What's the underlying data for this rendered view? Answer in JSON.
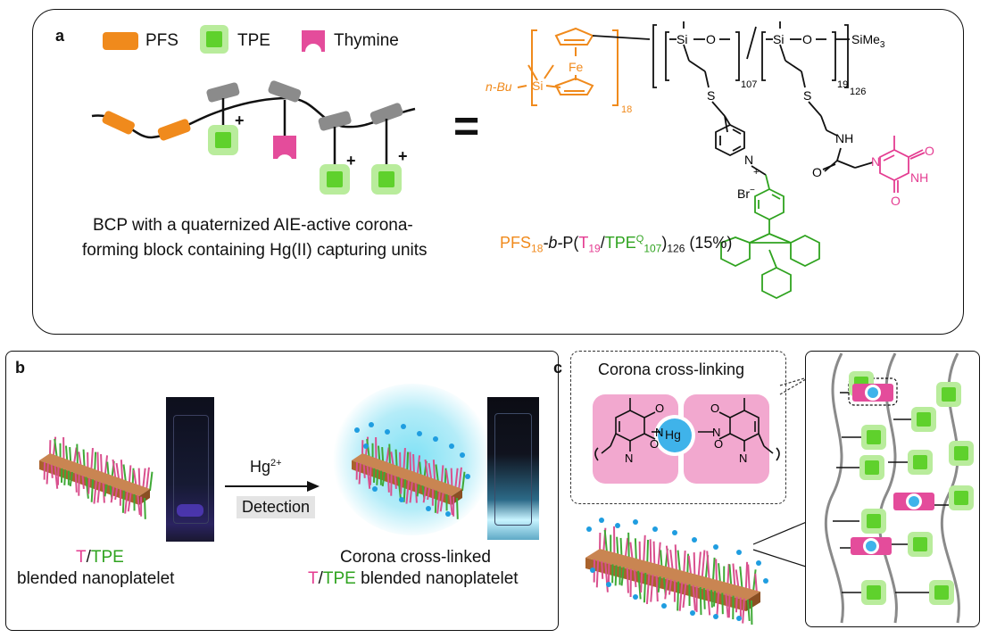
{
  "colors": {
    "pfs": "#f08a1c",
    "tpe": "#5fd12c",
    "tpe_glow": "#b9ec9c",
    "thymine": "#e44c9b",
    "pink_bg": "#f2a8cf",
    "mercury": "#3fb3ea",
    "chain": "#111111",
    "gray_block": "#8b8b8b"
  },
  "panel_a": {
    "label": "a",
    "legend": {
      "pfs": "PFS",
      "tpe": "TPE",
      "thymine": "Thymine"
    },
    "equals": "=",
    "plus": "+",
    "caption_line1": "BCP with a quaternized AIE-active corona-",
    "caption_line2": "forming block containing Hg(II) capturing units",
    "structure": {
      "n_bu": "n-Bu",
      "si": "Si",
      "fe": "Fe",
      "o": "O",
      "sime3": "SiMe",
      "sime3_sub": "3",
      "sub_18": "18",
      "sub_107": "107",
      "sub_19": "19",
      "sub_126": "126",
      "s": "S",
      "n": "N",
      "nh": "NH",
      "br": "Br",
      "minus": "−",
      "o_label": "O"
    },
    "formula": {
      "pfs": "PFS",
      "pfs_sub": "18",
      "b": "-b-",
      "p": "P(",
      "t": "T",
      "t_sub": "19",
      "slash": "/",
      "tpe": "TPE",
      "tpe_sup": "Q",
      "tpe_sub": "107",
      "close": ")",
      "close_sub": "126",
      "pct": " (15%)"
    }
  },
  "panel_b": {
    "label": "b",
    "reagent": "Hg",
    "reagent_sup": "2+",
    "detection": "Detection",
    "left_t": "T",
    "left_slash": "/",
    "left_tpe": "TPE",
    "left_line2": "blended nanoplatelet",
    "right_line1": "Corona cross-linked",
    "right_t": "T",
    "right_slash": "/",
    "right_tpe": "TPE",
    "right_rest": " blended nanoplatelet"
  },
  "panel_c": {
    "label": "c",
    "title": "Corona cross-linking",
    "hg": "Hg",
    "n": "N",
    "o": "O"
  }
}
